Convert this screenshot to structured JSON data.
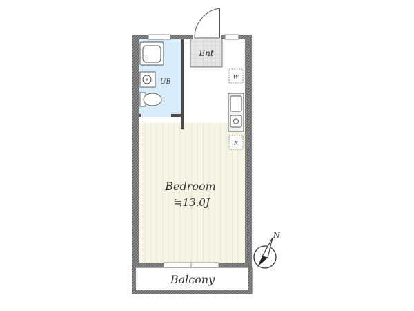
{
  "floorplan": {
    "rooms": {
      "entrance": "Ent",
      "unit_bath": "UB",
      "washer": "W",
      "fridge": "R",
      "bedroom": "Bedroom",
      "bedroom_size": "≒13.0J",
      "balcony": "Balcony"
    },
    "compass": {
      "north_label": "N"
    },
    "colors": {
      "wall": "#5a5a5a",
      "floor_wood": "#f7f6e6",
      "floor_stripe": "#e9e6cb",
      "bath_floor": "#d8ecfa",
      "entrance_floor": "#e6e6e6"
    }
  }
}
